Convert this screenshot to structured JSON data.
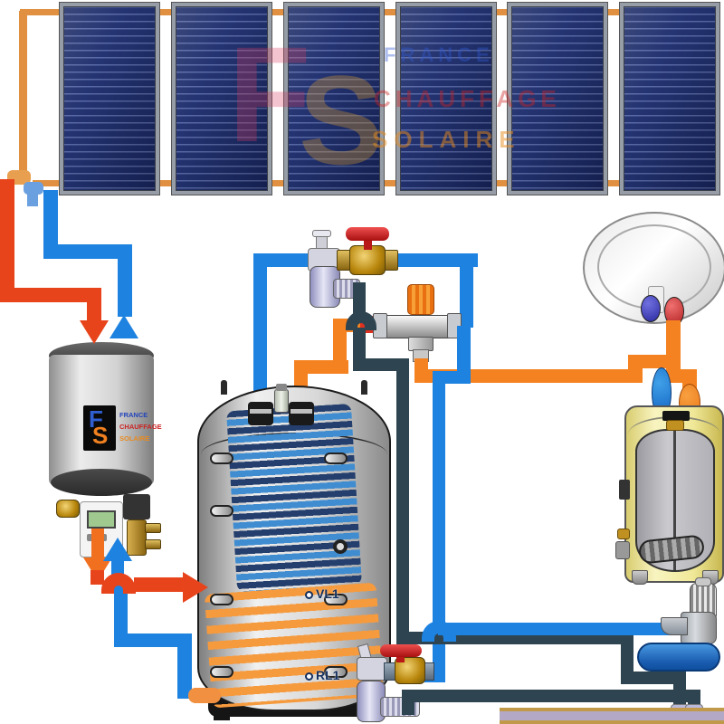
{
  "watermark": {
    "logo_f": "F",
    "logo_s": "S",
    "line1": "FRANCE",
    "line2": "CHAUFFAGE",
    "line3": "SOLAIRE"
  },
  "brand": {
    "logo_f": "F",
    "logo_s": "S",
    "line1": "FRANCE",
    "line2": "CHAUFFAGE",
    "line3": "SOLAIRE"
  },
  "buffer_tank": {
    "labels": {
      "supply": "VL1",
      "return": "RL1"
    }
  },
  "colors": {
    "solar_hot": "#e8441c",
    "hot_supply": "#f58220",
    "cold_water": "#1e82e0",
    "drain_pipe": "#2e4450",
    "valve_handle": "#d42424",
    "brass": "#c9971c",
    "panel_blue": "#1b2a66",
    "fitting_lavender": "#b9b9dd",
    "floor_lavender": "#b3a9c6",
    "floor_trim": "#c09a4a",
    "heater_yellow": "#f0e898"
  }
}
